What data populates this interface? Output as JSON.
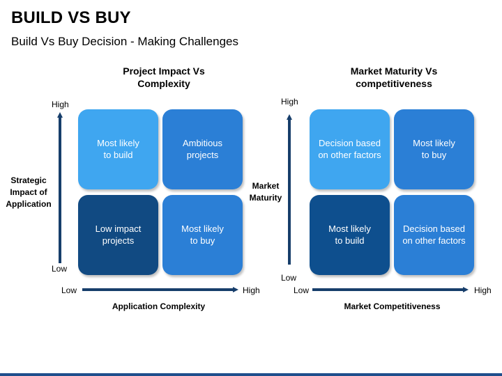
{
  "header": {
    "title": "BUILD VS BUY",
    "subtitle": "Build Vs Buy Decision - Making Challenges"
  },
  "colors": {
    "light_blue": "#3fa6f0",
    "mid_blue": "#2b7fd6",
    "dark_blue": "#0e4f8e",
    "navy": "#114a82",
    "axis": "#173e6b",
    "bottom_bar": "#1f4e8c"
  },
  "left_matrix": {
    "heading": "Project Impact Vs\nComplexity",
    "y_axis_title": "Strategic\nImpact of\nApplication",
    "y_high": "High",
    "y_low": "Low",
    "x_low": "Low",
    "x_high": "High",
    "x_axis_title": "Application Complexity",
    "cells": {
      "top_left": "Most likely\nto build",
      "top_right": "Ambitious\nprojects",
      "bottom_left": "Low impact\nprojects",
      "bottom_right": "Most likely\nto buy"
    }
  },
  "right_matrix": {
    "heading": "Market Maturity Vs\ncompetitiveness",
    "y_axis_title": "Market\nMaturity",
    "y_high": "High",
    "y_low": "Low",
    "x_low": "Low",
    "x_high": "High",
    "x_axis_title": "Market Competitiveness",
    "cells": {
      "top_left": "Decision based\non other factors",
      "top_right": "Most likely\nto buy",
      "bottom_left": "Most likely\nto build",
      "bottom_right": "Decision based\non other factors"
    }
  }
}
